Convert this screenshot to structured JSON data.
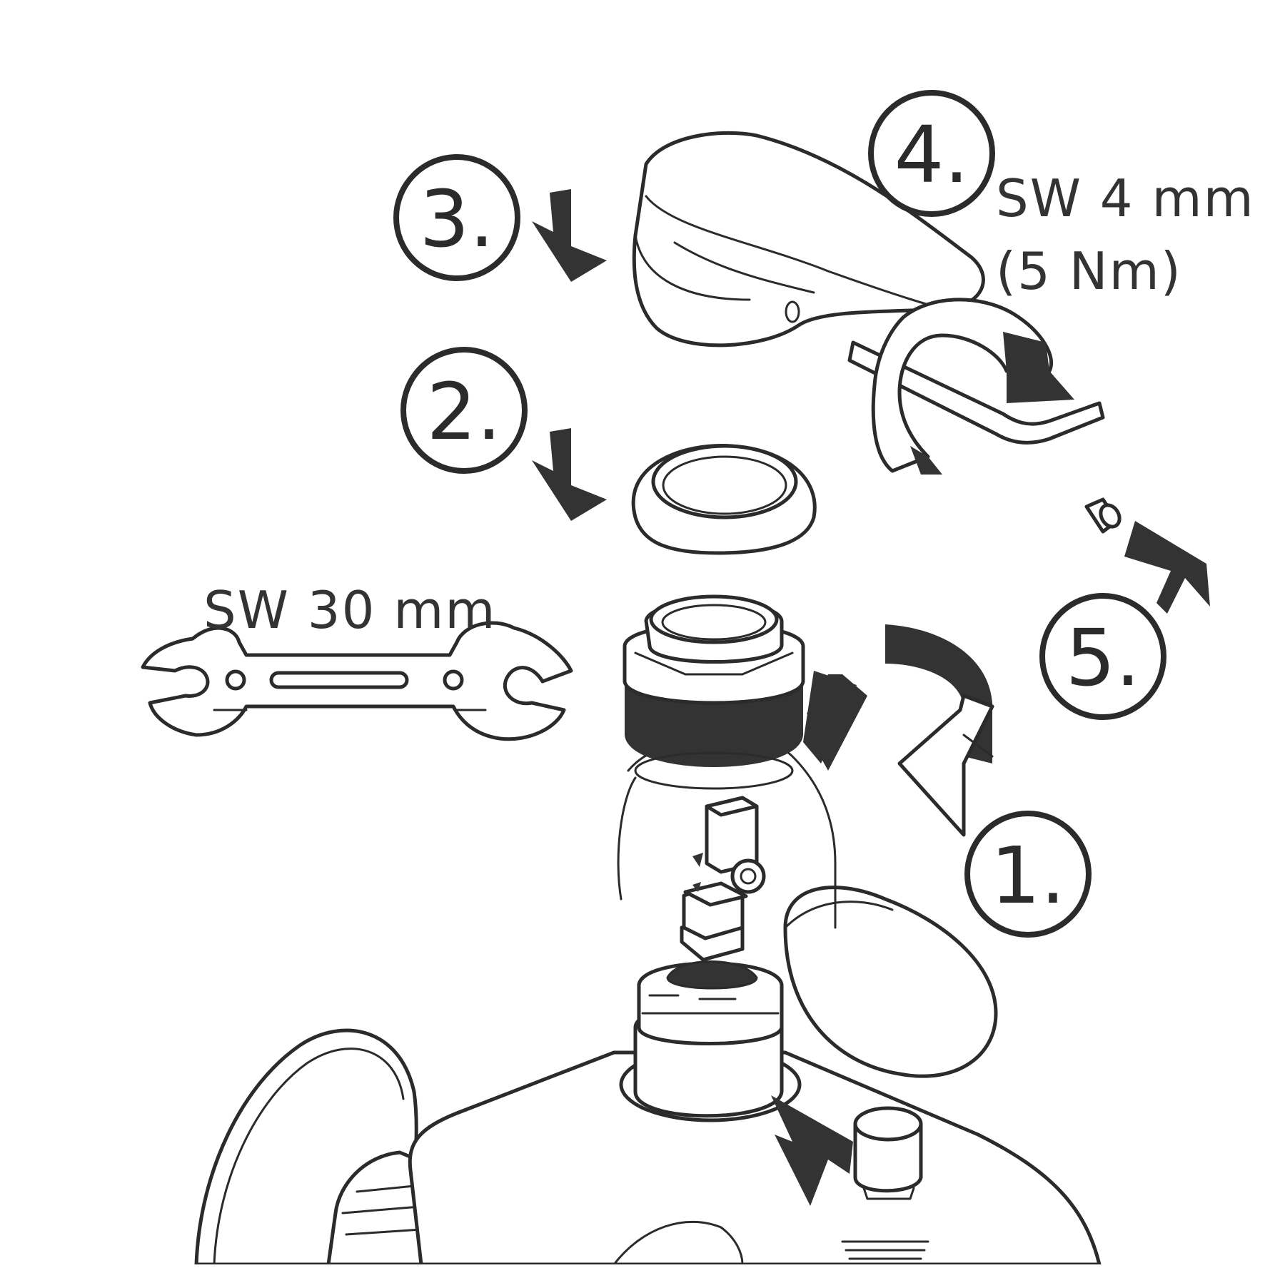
{
  "diagram": {
    "steps": [
      {
        "id": "1",
        "label": "1."
      },
      {
        "id": "2",
        "label": "2."
      },
      {
        "id": "3",
        "label": "3."
      },
      {
        "id": "4",
        "label": "4."
      },
      {
        "id": "5",
        "label": "5."
      }
    ],
    "annotations": {
      "hex_key_size": "SW 4 mm",
      "torque": "(5 Nm)",
      "wrench_size": "SW 30 mm"
    },
    "colors": {
      "line": "#2b2b2b",
      "fill_dark": "#333333",
      "background": "#ffffff"
    },
    "icons": [
      "down-arrow-icon",
      "rotate-arrow-icon",
      "insert-arrow-icon"
    ]
  }
}
